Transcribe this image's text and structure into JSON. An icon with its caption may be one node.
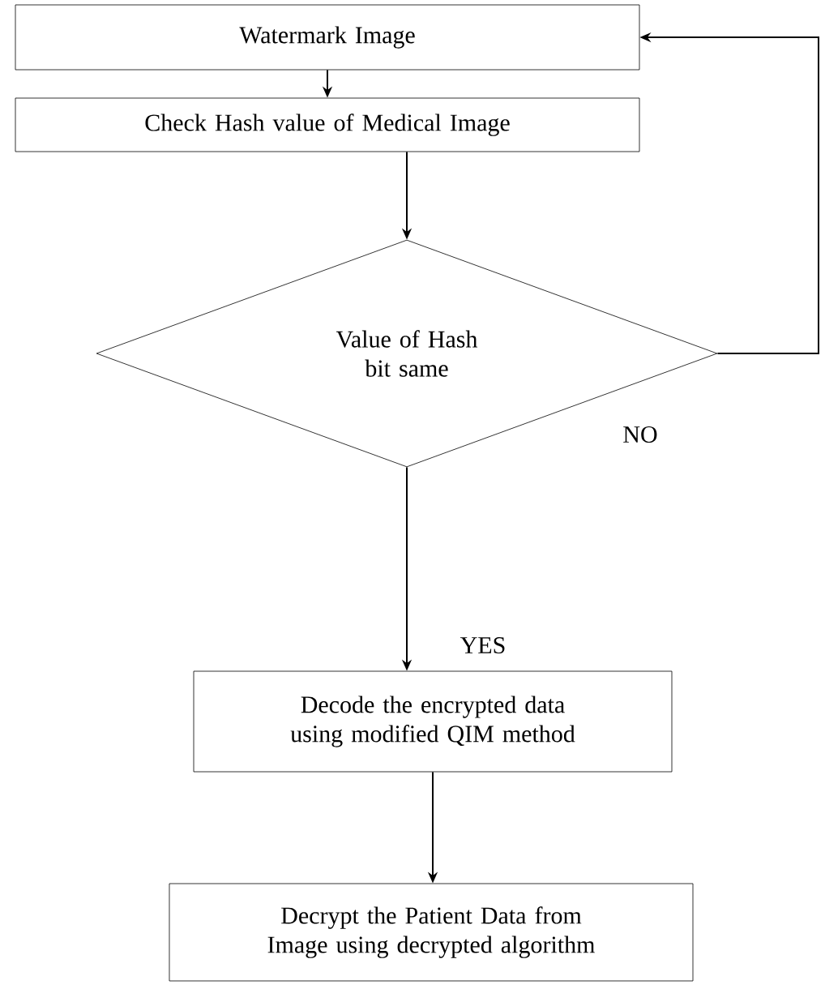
{
  "diagram": {
    "nodes": [
      {
        "text": [
          "Watermark Image"
        ]
      },
      {
        "text": [
          "Check Hash value of Medical Image"
        ]
      },
      {
        "text": [
          "Value of Hash bit same"
        ]
      },
      {
        "text": [
          "Decode the encrypted data using modified QIM method"
        ]
      },
      {
        "text": [
          "Decrypt the Patient Data from Image using decrypted algorithm"
        ]
      }
    ],
    "edges": [
      {
        "from": 0,
        "to": 1,
        "arrow": "to"
      },
      {
        "from": 1,
        "to": 2,
        "arrow": "to"
      },
      {
        "from": 2,
        "to": 0,
        "arrow": "to",
        "label": "NO"
      },
      {
        "from": 2,
        "to": 3,
        "arrow": "to",
        "label": "YES"
      },
      {
        "from": 3,
        "to": 4,
        "arrow": "to"
      }
    ]
  }
}
